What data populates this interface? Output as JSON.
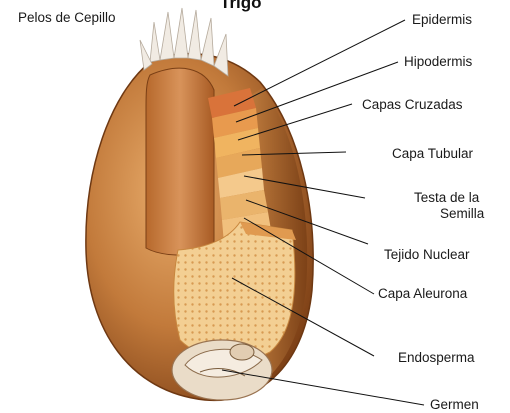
{
  "title": "Trigo",
  "labels": {
    "brush_hairs": "Pelos de Cepillo",
    "epidermis": "Epidermis",
    "hypodermis": "Hipodermis",
    "cross_layers": "Capas Cruzadas",
    "tube_layer": "Capa Tubular",
    "seed_coat_line1": "Testa de la",
    "seed_coat_line2": "Semilla",
    "nucellar_tissue": "Tejido Nuclear",
    "aleurone_layer": "Capa Aleurona",
    "endosperm": "Endosperma",
    "germ": "Germen"
  },
  "colors": {
    "grain_dark": "#8a4a1c",
    "grain_mid": "#c07a3a",
    "grain_light": "#e6a764",
    "endosperm": "#f1c98a",
    "hairs": "#ece4da",
    "leader_line": "#111111"
  }
}
